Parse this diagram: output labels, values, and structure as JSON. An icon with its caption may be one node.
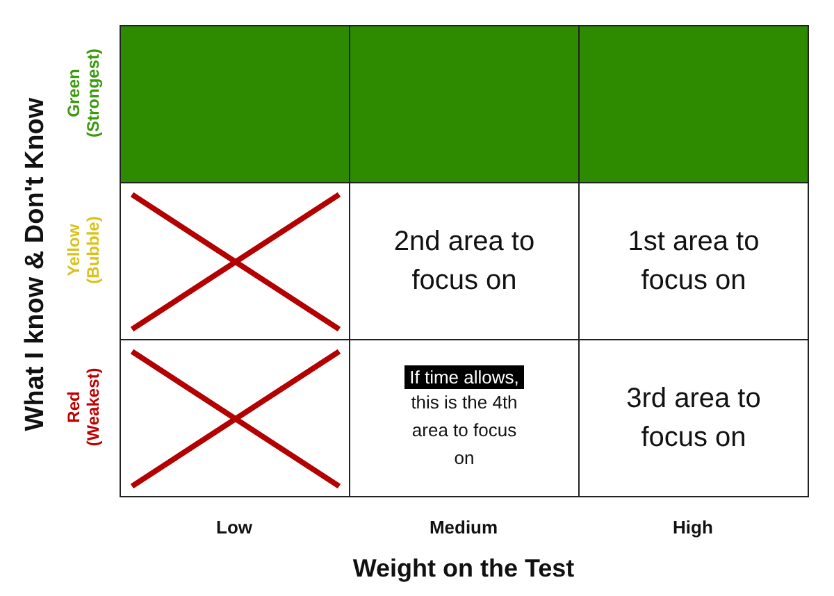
{
  "diagram": {
    "nodes": [
      {
        "text": [],
        "shape": "box"
      },
      {
        "text": [],
        "shape": "box"
      },
      {
        "text": [],
        "shape": "box"
      },
      {
        "text": [],
        "shape": "box"
      },
      {
        "text": [
          "2nd area to focus on"
        ]
      },
      {
        "text": [
          "1st area to focus on"
        ]
      },
      {
        "text": [],
        "shape": "box"
      },
      {
        "text": [
          "If time allows,",
          "this is the 4th area to focus on"
        ]
      },
      {
        "text": [
          "3rd area to focus on"
        ]
      }
    ],
    "labels": [
      "What I know & Don't Know",
      "Green (Strongest)",
      "Yellow (Bubble)",
      "Red (Weakest)",
      "Low",
      "Medium",
      "High",
      "Weight on the Test"
    ]
  }
}
